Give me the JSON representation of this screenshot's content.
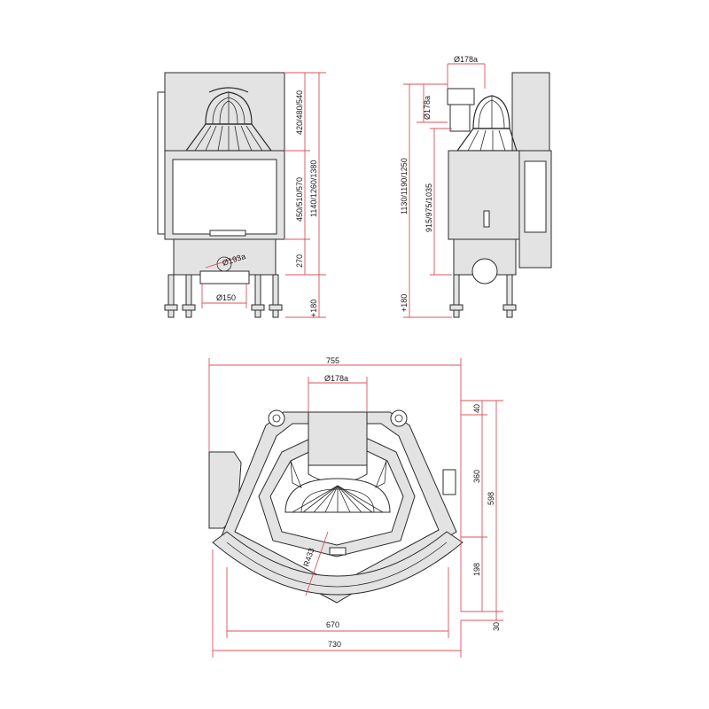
{
  "front_view": {
    "flue_diameter": "Ø193a",
    "air_inlet_diameter": "Ø150",
    "height_hood": "420/480/540",
    "height_door": "450/510/570",
    "height_base": "270",
    "height_total": "1140/1260/1380",
    "height_legs": "+180"
  },
  "side_view": {
    "flue_top_diameter": "Ø178a",
    "flue_side_diameter": "Ø178a",
    "height_total": "1130/1190/1250",
    "height_body": "915/975/1035",
    "height_legs": "+180"
  },
  "plan_view": {
    "width_total": "755",
    "flue_diameter": "Ø178a",
    "depth_offset": "40",
    "depth_body": "360",
    "depth_total": "598",
    "depth_front": "198",
    "depth_glass": "30",
    "width_inner": "670",
    "width_front": "730",
    "radius": "R433"
  },
  "colors": {
    "dimension_line": "#d8545b",
    "outline": "#2b2b2b",
    "fill": "#e3e3e3"
  }
}
